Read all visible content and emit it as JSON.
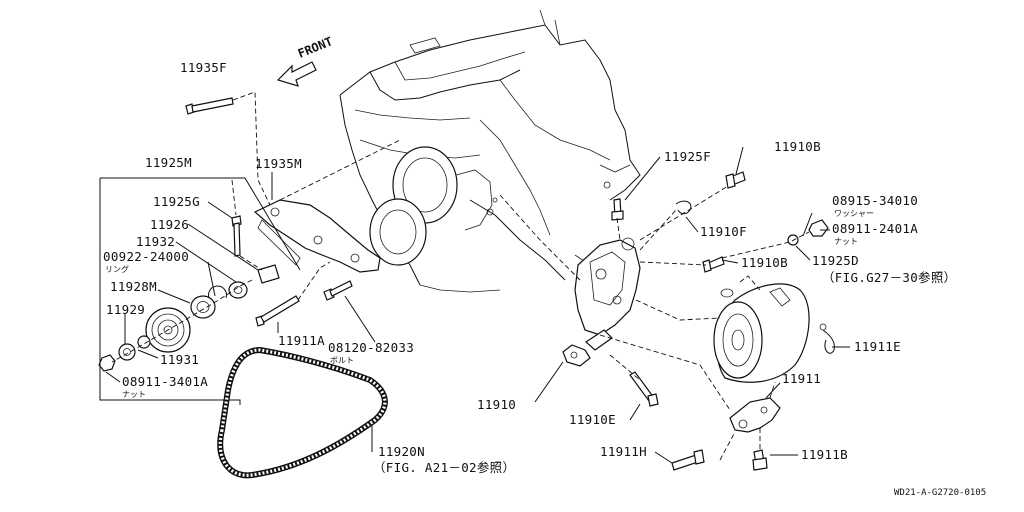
{
  "direction_label": "FRONT",
  "drawing_code": "WD21-A-G2720-0105",
  "labels": {
    "p11935F": "11935F",
    "p11925M": "11925M",
    "p11935M": "11935M",
    "p11925G": "11925G",
    "p11926": "11926",
    "p11932": "11932",
    "p00922": "00922-24000",
    "p00922_sub": "リング",
    "p11928M": "11928M",
    "p11929": "11929",
    "p11931": "11931",
    "p08911_3401A": "08911-3401A",
    "p08911_3401A_sub": "ナット",
    "p11911A": "11911A",
    "p08120": "08120-82033",
    "p08120_sub": "ボルト",
    "p11920N": "11920N",
    "ref_a21": "（FIG. A21－02参照）",
    "p11925F": "11925F",
    "p11910B_top": "11910B",
    "p11910F": "11910F",
    "p08915": "08915-34010",
    "p08915_sub": "ワッシャー",
    "p08911_2401A": "08911-2401A",
    "p08911_2401A_sub": "ナット",
    "p11910B_mid": "11910B",
    "p11925D": "11925D",
    "ref_g27": "（FIG.G27－30参照）",
    "p11911E": "11911E",
    "p11910": "11910",
    "p11911": "11911",
    "p11910E": "11910E",
    "p11911H": "11911H",
    "p11911B": "11911B"
  }
}
